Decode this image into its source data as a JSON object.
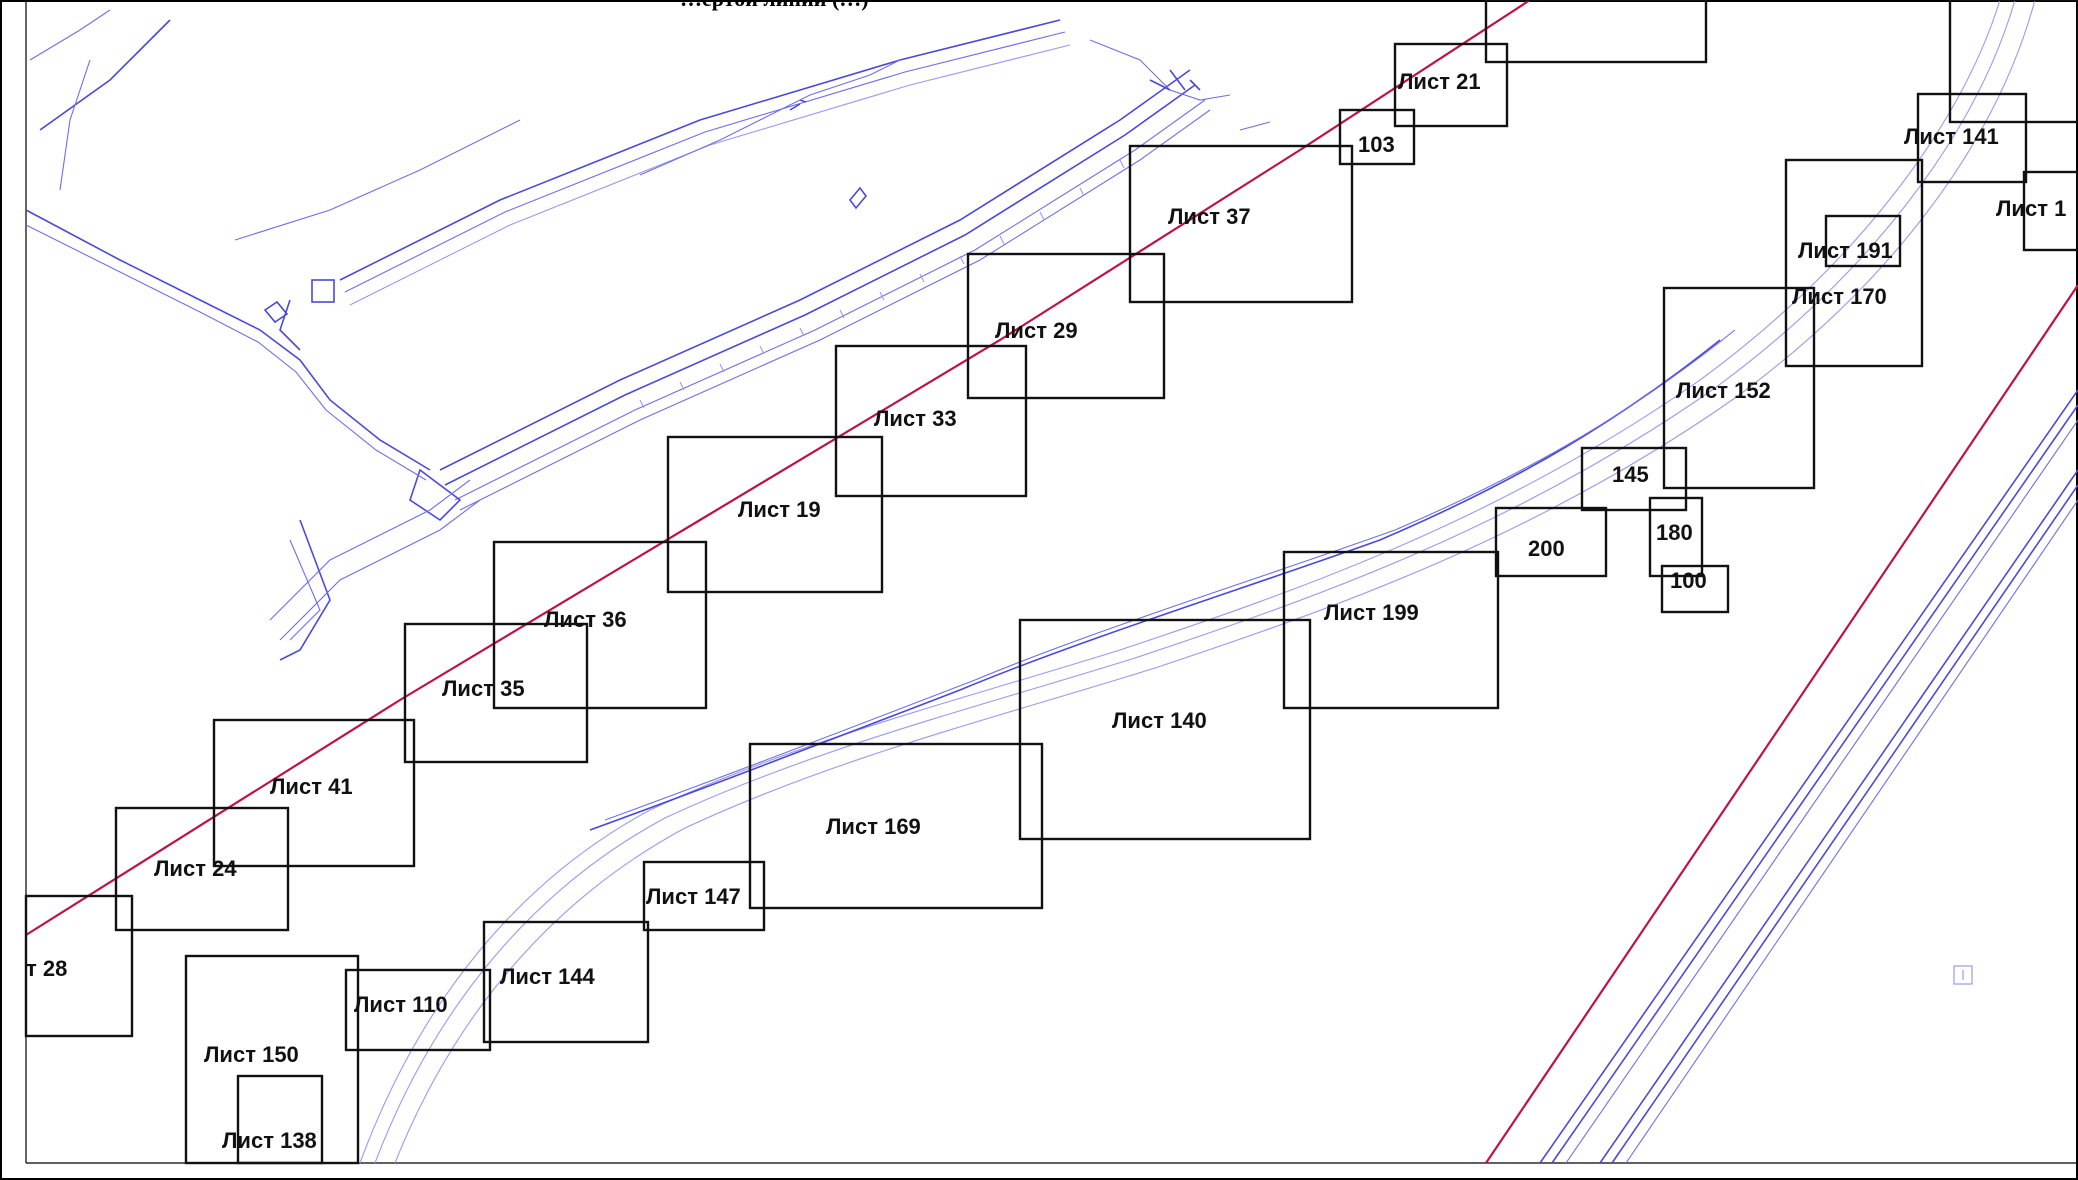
{
  "header": {
    "title": "…ертой линий (…)"
  },
  "sheets": [
    {
      "label": "Лист 21"
    },
    {
      "label": "103"
    },
    {
      "label": "Лист 37"
    },
    {
      "label": "Лист 29"
    },
    {
      "label": "Лист 33"
    },
    {
      "label": "Лист 19"
    },
    {
      "label": "Лист 36"
    },
    {
      "label": "Лист 35"
    },
    {
      "label": "Лист 41"
    },
    {
      "label": "Лист 24"
    },
    {
      "label": "т 28"
    },
    {
      "label": "Лист 150"
    },
    {
      "label": "Лист 138"
    },
    {
      "label": "Лист 110"
    },
    {
      "label": "Лист 144"
    },
    {
      "label": "Лист 147"
    },
    {
      "label": "Лист 169"
    },
    {
      "label": "Лист 140"
    },
    {
      "label": "Лист 199"
    },
    {
      "label": "200"
    },
    {
      "label": "145"
    },
    {
      "label": "180"
    },
    {
      "label": "100"
    },
    {
      "label": "Лист 152"
    },
    {
      "label": "Лист 170"
    },
    {
      "label": "Лист 191"
    },
    {
      "label": "Лист 141"
    },
    {
      "label": "Лист 1"
    }
  ],
  "colors": {
    "axis_line": "#c0104c",
    "drawing_lines": "#4a4ad8",
    "sheet_frames": "#111111"
  }
}
